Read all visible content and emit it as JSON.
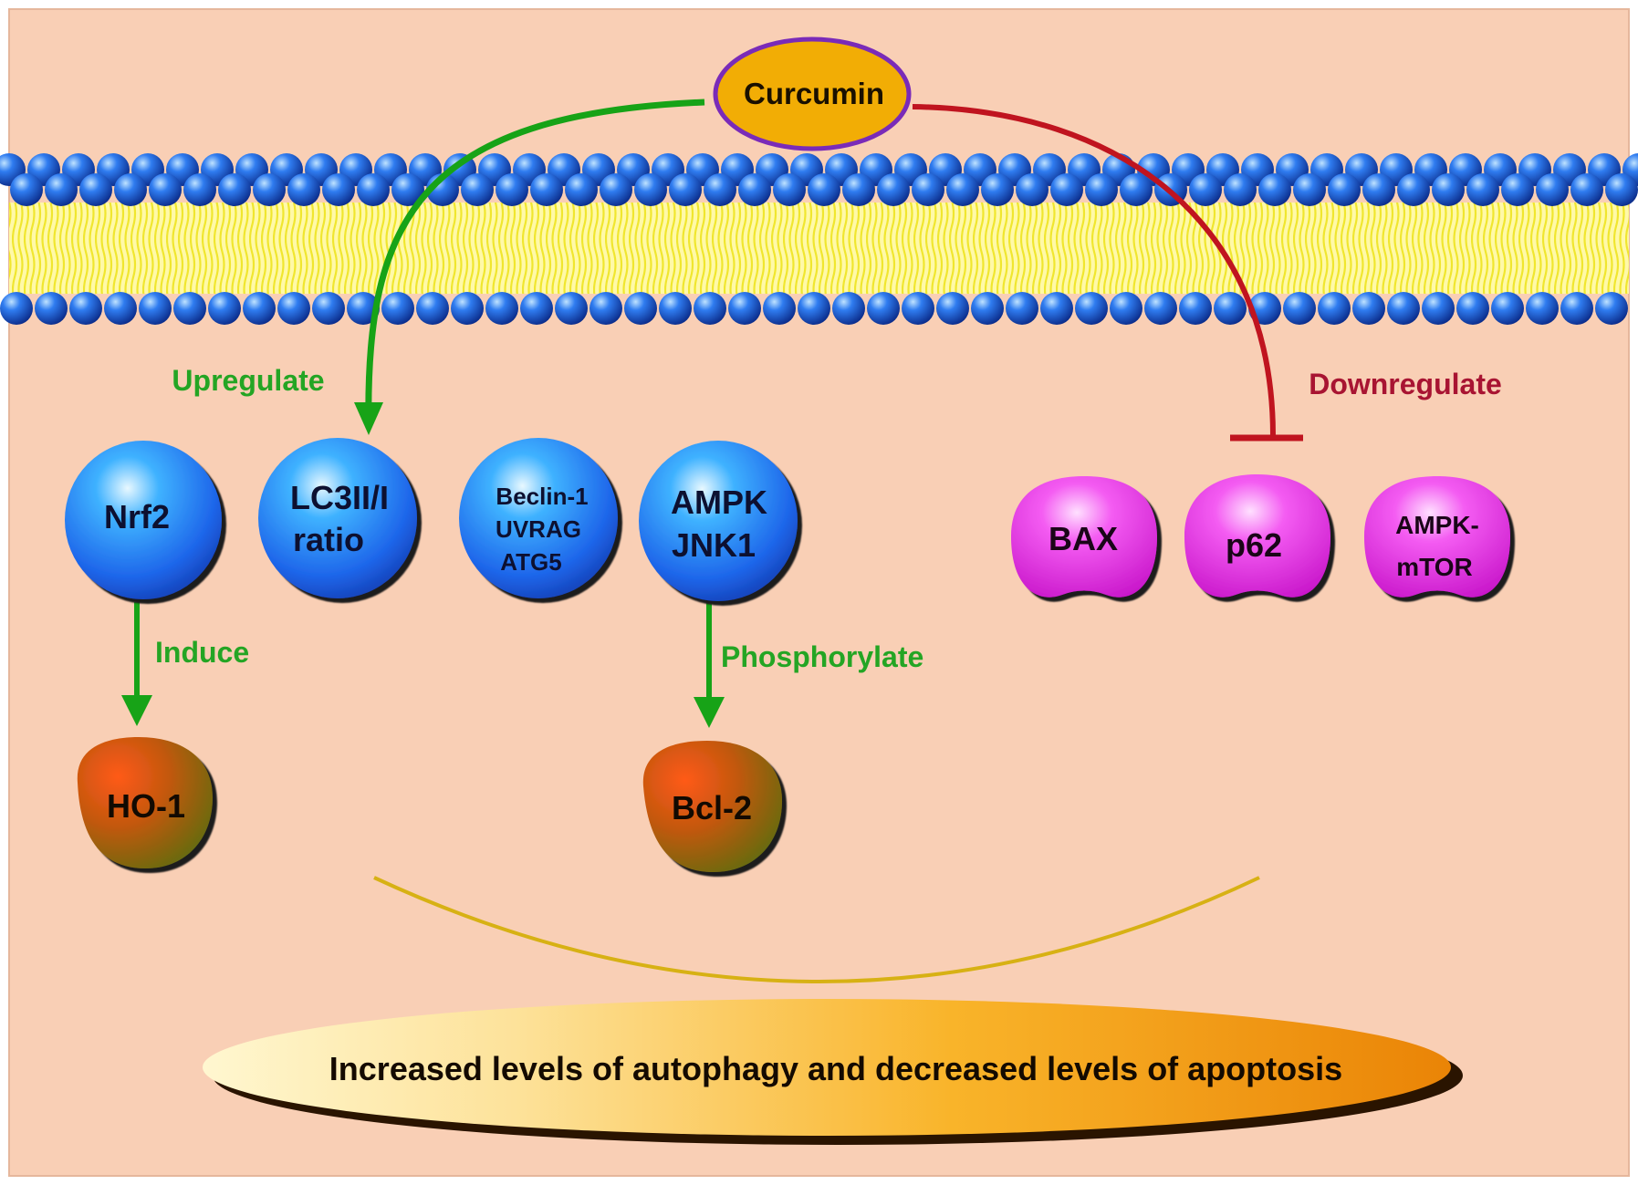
{
  "colors": {
    "background": "#f9cfb5",
    "membrane_head": "#1f5fd8",
    "membrane_tail": "#f2ee3a",
    "activate_arrow": "#17a317",
    "inhibit_arrow": "#c0141f",
    "activate_text": "#24a524",
    "inhibit_text": "#a81432",
    "curcumin_fill": "#f2ad05",
    "curcumin_outline": "#7a2bb8",
    "blue_node": "#1e74f0",
    "magenta_node": "#ec2fe6",
    "brown_node": "#b3580f",
    "arc": "#d7b114"
  },
  "curcumin": {
    "label": "Curcumin"
  },
  "relations": {
    "upregulate": "Upregulate",
    "downregulate": "Downregulate",
    "induce": "Induce",
    "phosphorylate": "Phosphorylate"
  },
  "upregulated_nodes": [
    {
      "lines": [
        "Nrf2"
      ]
    },
    {
      "lines": [
        "LC3II/I",
        "ratio"
      ]
    },
    {
      "lines": [
        "Beclin-1",
        "UVRAG",
        "ATG5"
      ]
    },
    {
      "lines": [
        "AMPK",
        "JNK1"
      ]
    }
  ],
  "downregulated_nodes": [
    {
      "lines": [
        "BAX"
      ]
    },
    {
      "lines": [
        "p62"
      ]
    },
    {
      "lines": [
        "AMPK-",
        "mTOR"
      ]
    }
  ],
  "downstream_nodes": [
    {
      "lines": [
        "HO-1"
      ]
    },
    {
      "lines": [
        "Bcl-2"
      ]
    }
  ],
  "outcome": {
    "label": "Increased levels of autophagy and decreased levels of apoptosis"
  }
}
